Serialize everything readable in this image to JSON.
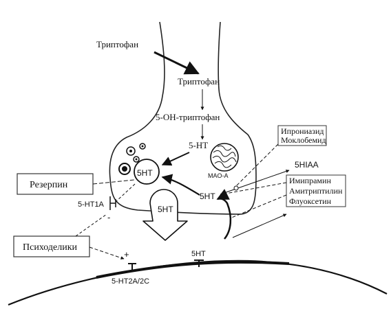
{
  "diagram": {
    "precursor_outside": "Триптофан",
    "precursor_inside": "Триптофан",
    "intermediate": "5-OH-триптофан",
    "neurotransmitter": "5-HT",
    "vesicle_label": "5HT",
    "cytoplasm_label": "5HT",
    "released_label": "5HT",
    "cleft_label": "5HT",
    "enzyme_label": "MAO-A",
    "metabolite_label": "5HIAA",
    "autoreceptor_label": "5-HT1A",
    "postsynaptic_receptor_label": "5-HT2A/2C",
    "inhibit_sign": "-",
    "activate_sign": "+",
    "boxes": {
      "mao_inhibitors": [
        "Ипрониазид",
        "Моклобемид"
      ],
      "reuptake_inhibitors": [
        "Имипрамин",
        "Амитриптилин",
        "Флуоксетин"
      ],
      "reserpine": "Резерпин",
      "psychedelics": "Психоделики"
    }
  }
}
